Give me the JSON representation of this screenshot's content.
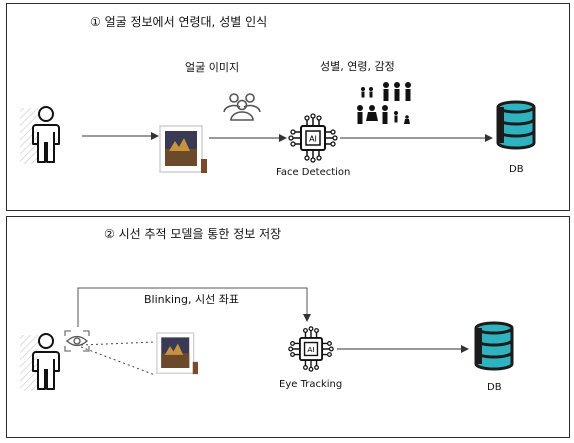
{
  "panel1": {
    "title": "① 얼굴 정보에서 연령대, 성별 인식",
    "label_face_image": "얼굴 이미지",
    "label_attributes": "성별, 연령, 감정",
    "label_face_detection": "Face Detection",
    "label_db": "DB",
    "icons": [
      "person-icon",
      "photo-frame-icon",
      "people-group-icon",
      "ai-chip-icon",
      "family-figures-icon",
      "database-icon"
    ]
  },
  "panel2": {
    "title": "② 시선 추적 모델을 통한 정보 저장",
    "label_gaze": "Blinking, 시선 좌표",
    "label_eye_tracking": "Eye Tracking",
    "label_db": "DB",
    "icons": [
      "person-icon",
      "eye-scan-icon",
      "photo-frame-icon",
      "ai-chip-icon",
      "database-icon"
    ]
  },
  "colors": {
    "db_teal": "#2fb3c1",
    "db_dark": "#1b1b1b",
    "frame_gray": "#d9d9d9",
    "border": "#2b2b2b"
  }
}
